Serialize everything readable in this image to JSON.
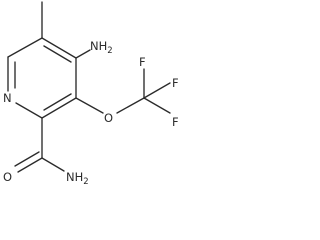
{
  "molecule": {
    "atoms": {
      "amino_n": "NH",
      "amino_h_count": "2",
      "ring_n": "N",
      "ether_o": "O",
      "fluorine_1": "F",
      "fluorine_2": "F",
      "fluorine_3": "F",
      "carbonyl_o": "O",
      "amide_n": "NH",
      "amide_h_count": "2"
    }
  }
}
